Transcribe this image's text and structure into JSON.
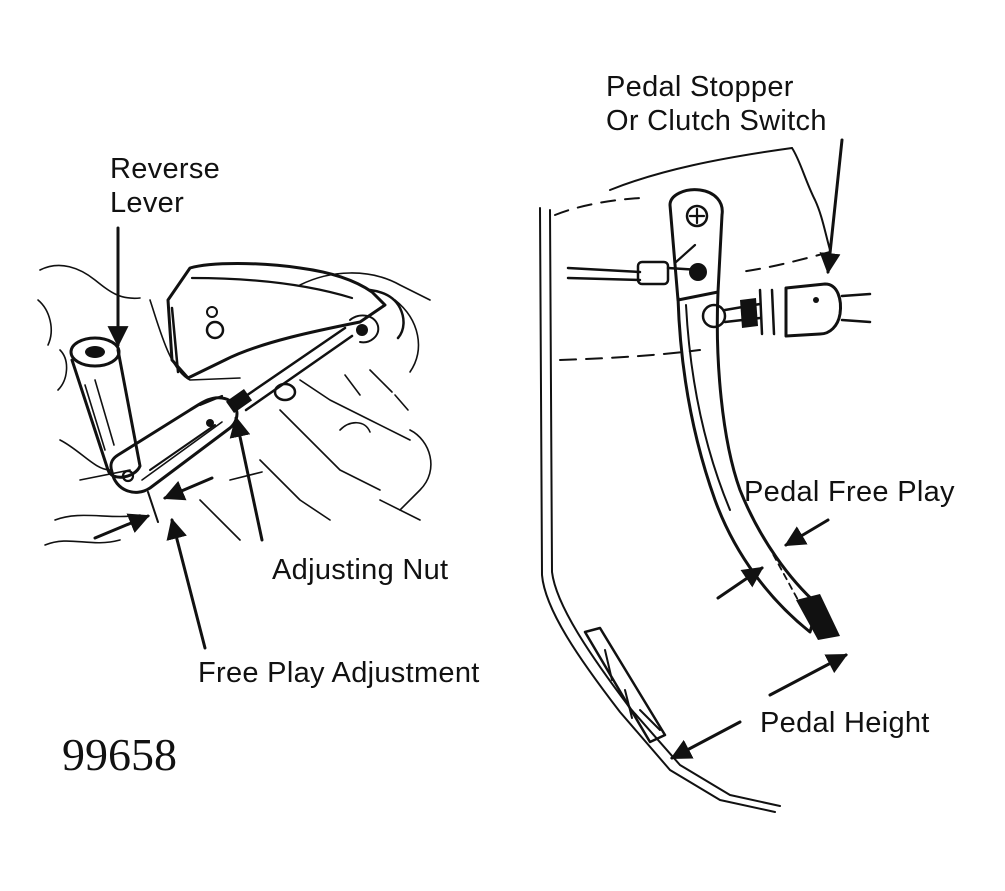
{
  "labels": {
    "reverse_lever_line1": "Reverse",
    "reverse_lever_line2": "Lever",
    "adjusting_nut": "Adjusting Nut",
    "free_play_adjustment": "Free Play Adjustment",
    "pedal_stopper_line1": "Pedal Stopper",
    "pedal_stopper_line2": "Or Clutch Switch",
    "pedal_free_play": "Pedal Free Play",
    "pedal_height": "Pedal Height"
  },
  "figure_number": "99658",
  "colors": {
    "ink": "#111111",
    "background": "#ffffff"
  }
}
